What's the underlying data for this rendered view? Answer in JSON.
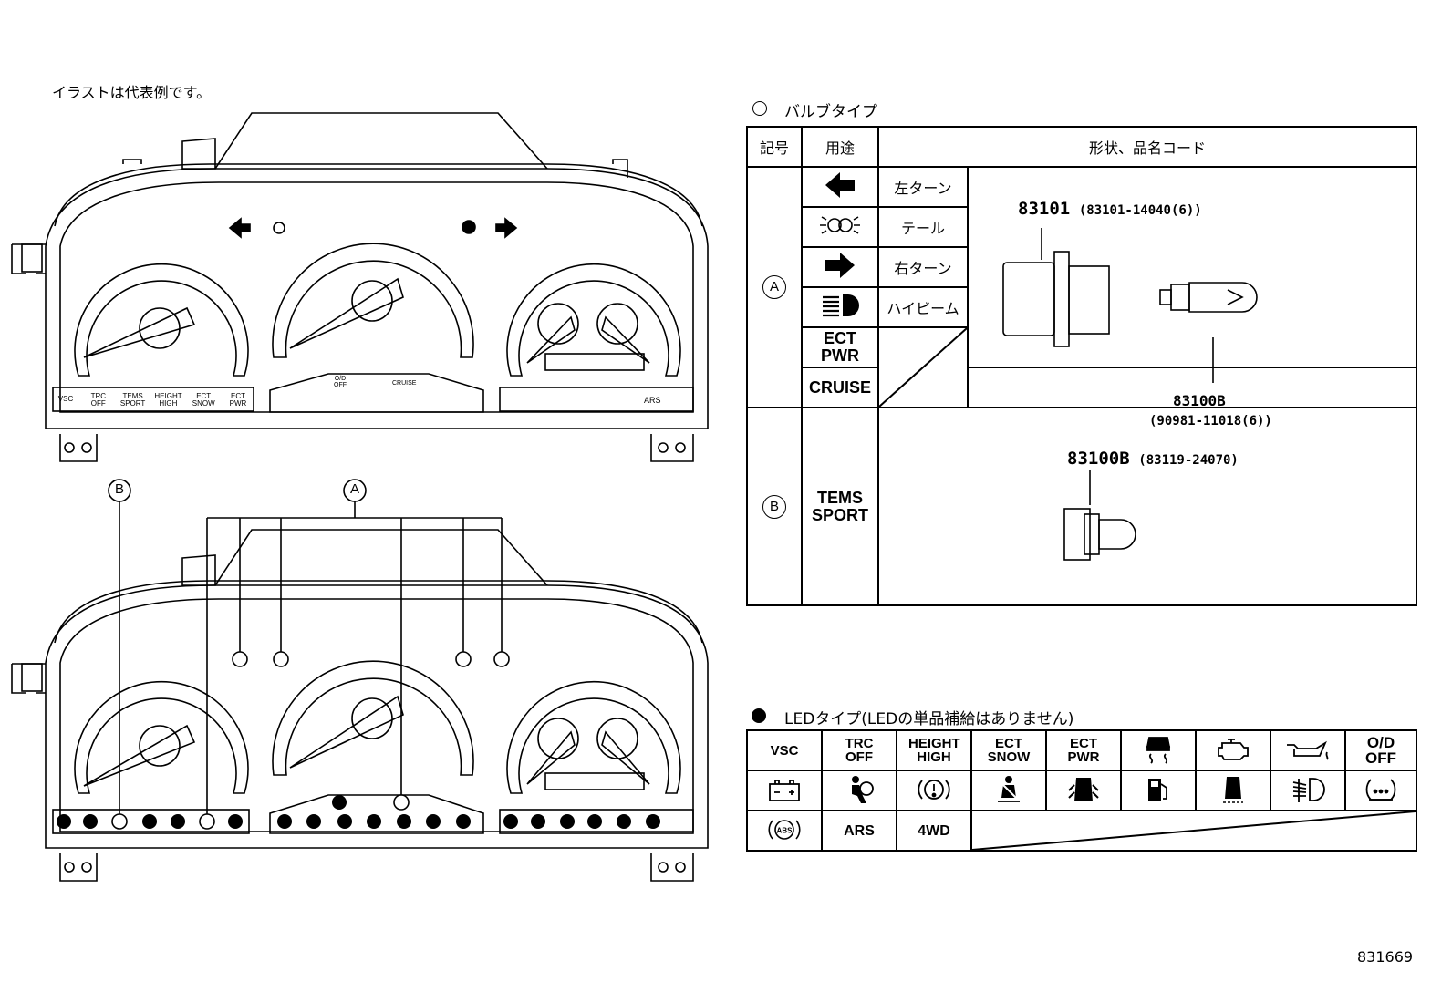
{
  "note": "イラストは代表例です。",
  "figure_code": "831669",
  "top_cluster": {
    "left_strip": [
      "VSC",
      "TRC OFF",
      "TEMS SPORT",
      "HEIGHT HIGH",
      "ECT SNOW",
      "ECT PWR"
    ],
    "mid_labels": {
      "od_off": "O/D OFF",
      "cruise": "CRUISE"
    },
    "right_strip_label": "ARS"
  },
  "callouts": {
    "a": "A",
    "b": "B"
  },
  "bulb_section": {
    "title": "バルブタイプ",
    "headers": {
      "symbol": "記号",
      "usage": "用途",
      "shape": "形状、品名コード"
    },
    "group_a": {
      "mark": "A",
      "rows": [
        {
          "icon": "left-turn-arrow-icon",
          "label": "左ターン"
        },
        {
          "icon": "tail-light-icon",
          "label": "テール"
        },
        {
          "icon": "right-turn-arrow-icon",
          "label": "右ターン"
        },
        {
          "icon": "high-beam-icon",
          "label": "ハイビーム"
        }
      ],
      "ect_pwr": "ECT PWR",
      "cruise": "CRUISE",
      "socket_part": "83101",
      "socket_code": "(83101-14040(6))",
      "bulb_part": "83100B",
      "bulb_code": "(90981-11018(6))"
    },
    "group_b": {
      "mark": "B",
      "usage": "TEMS SPORT",
      "part": "83100B",
      "code": "(83119-24070)"
    }
  },
  "led_section": {
    "title": "LEDタイプ(LEDの単品補給はありません)",
    "row1": [
      "VSC",
      "TRC OFF",
      "HEIGHT HIGH",
      "ECT SNOW",
      "ECT PWR",
      "slip-indicator-icon",
      "check-engine-icon",
      "oil-pressure-icon",
      "O/D OFF"
    ],
    "row2": [
      "charge-warning-icon",
      "airbag-warning-icon",
      "brake-warning-icon",
      "seatbelt-reminder-icon",
      "door-open-icon",
      "fuel-low-icon",
      "car-height-icon",
      "headlight-leveling-icon",
      "tire-pressure-icon"
    ],
    "row3": [
      "abs-warning-icon",
      "ARS",
      "4WD"
    ]
  }
}
